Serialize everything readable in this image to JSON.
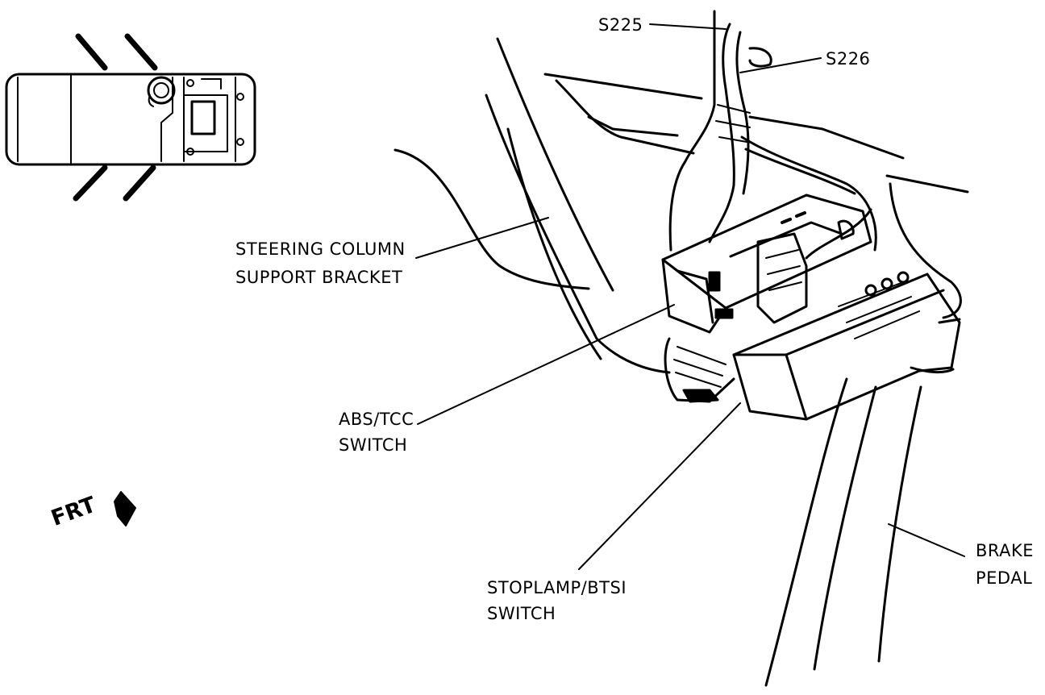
{
  "labels": {
    "s225": "S225",
    "s226": "S226",
    "steering_line1": "STEERING COLUMN",
    "steering_line2": "SUPPORT BRACKET",
    "abs_line1": "ABS/TCC",
    "abs_line2": "SWITCH",
    "stoplamp_line1": "STOPLAMP/BTSI",
    "stoplamp_line2": "SWITCH",
    "brake_line1": "BRAKE",
    "brake_line2": "PEDAL",
    "frt": "FRT"
  },
  "icons": {
    "orientation": "vehicle-top-view-icon",
    "direction": "front-arrow-icon"
  }
}
